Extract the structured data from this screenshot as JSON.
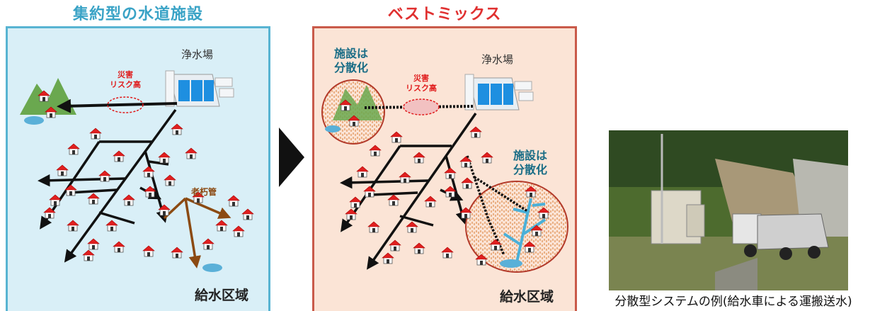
{
  "left_panel": {
    "title": "集約型の水道施設",
    "plant_label": "浄水場",
    "risk_label_line1": "災害",
    "risk_label_line2": "リスク高",
    "pipe_label": "老朽管",
    "area_label": "給水区域"
  },
  "right_panel": {
    "title": "ベストミックス",
    "plant_label": "浄水場",
    "risk_label_line1": "災害",
    "risk_label_line2": "リスク高",
    "decentralize_1_line1": "施設は",
    "decentralize_1_line2": "分散化",
    "decentralize_2_line1": "施設は",
    "decentralize_2_line2": "分散化",
    "area_label": "給水区域"
  },
  "photo": {
    "caption": "分散型システムの例(給水車による運搬送水)"
  },
  "colors": {
    "left_bg": "#d9eff7",
    "left_border": "#58b4d2",
    "left_title": "#3aa3c6",
    "right_bg": "#fbe4d6",
    "right_border": "#c95a4a",
    "right_title": "#e03030",
    "old_pipe": "#8b4a12",
    "risk": "#e01a1a"
  }
}
